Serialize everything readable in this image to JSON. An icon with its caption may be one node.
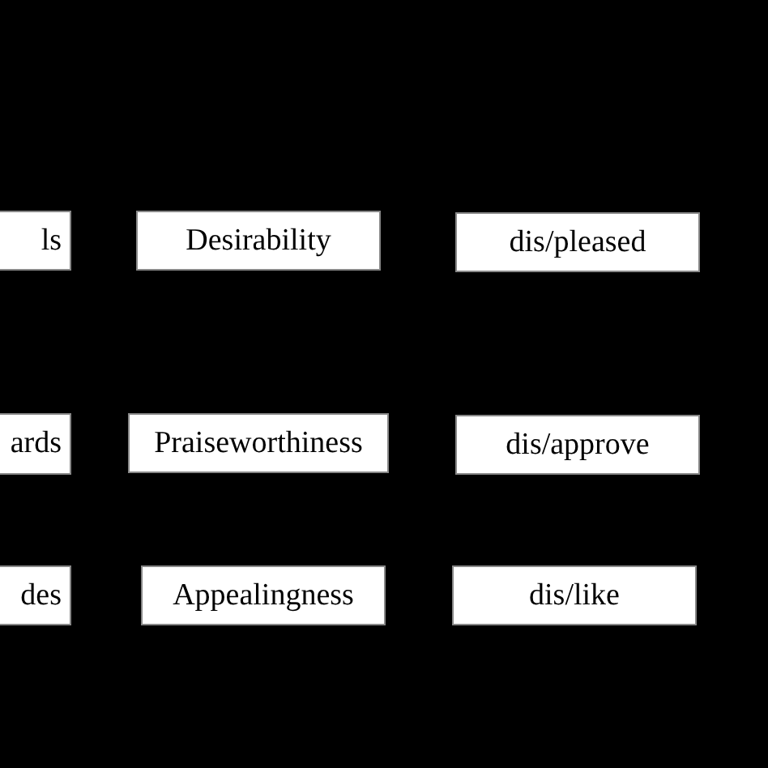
{
  "diagram": {
    "nodes": [
      {
        "text": [
          "ls"
        ]
      },
      {
        "text": [
          "Desirability"
        ]
      },
      {
        "text": [
          "dis/pleased"
        ]
      },
      {
        "text": [
          "ards"
        ]
      },
      {
        "text": [
          "Praiseworthiness"
        ]
      },
      {
        "text": [
          "dis/approve"
        ]
      },
      {
        "text": [
          "des"
        ]
      },
      {
        "text": [
          "Appealingness"
        ]
      },
      {
        "text": [
          "dis/like"
        ]
      }
    ]
  }
}
